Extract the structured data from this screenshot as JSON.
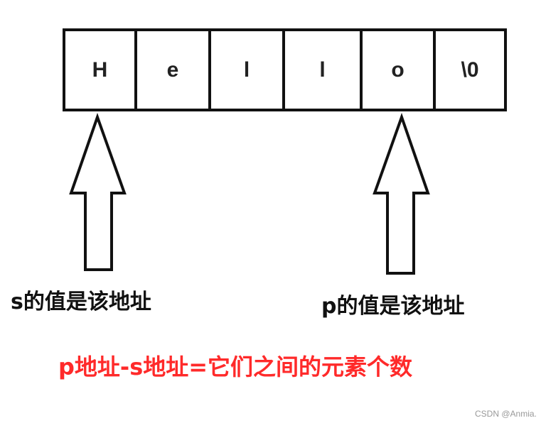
{
  "cells": [
    "H",
    "e",
    "l",
    "l",
    "o",
    "\\0"
  ],
  "labels": {
    "s": "s的值是该地址",
    "p": "p的值是该地址"
  },
  "formula": "p地址-s地址=它们之间的元素个数",
  "watermark": "CSDN @Anmia.",
  "colors": {
    "formula": "#ff2a2a"
  }
}
